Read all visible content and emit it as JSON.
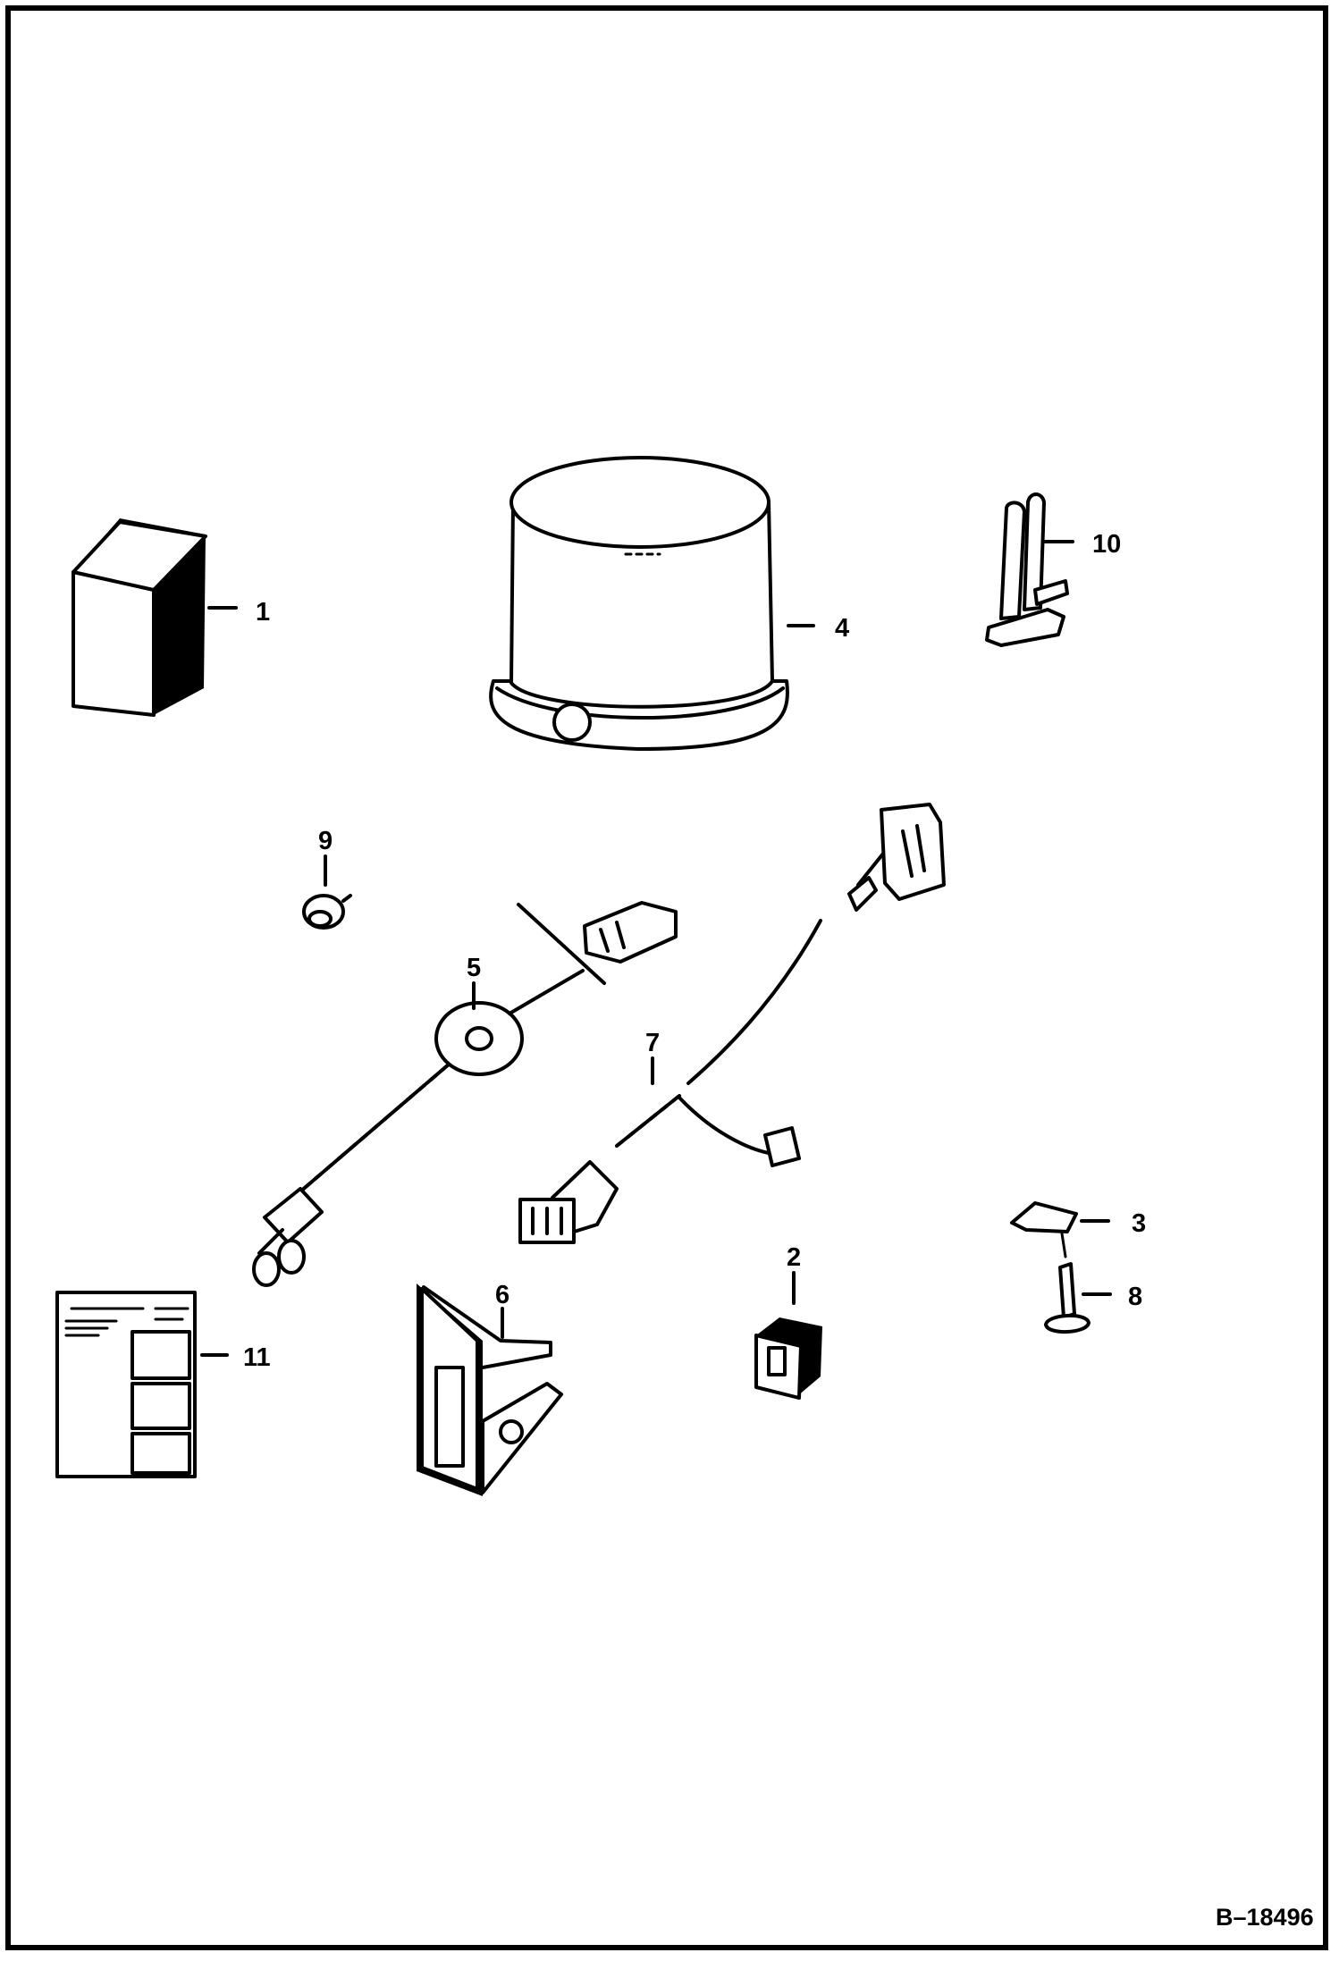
{
  "figure_id": "B–18496",
  "callouts": {
    "c1": "1",
    "c2": "2",
    "c3": "3",
    "c4": "4",
    "c5": "5",
    "c6": "6",
    "c7": "7",
    "c8": "8",
    "c9": "9",
    "c10": "10",
    "c11": "11"
  },
  "colors": {
    "line": "#000000",
    "background": "#ffffff"
  }
}
